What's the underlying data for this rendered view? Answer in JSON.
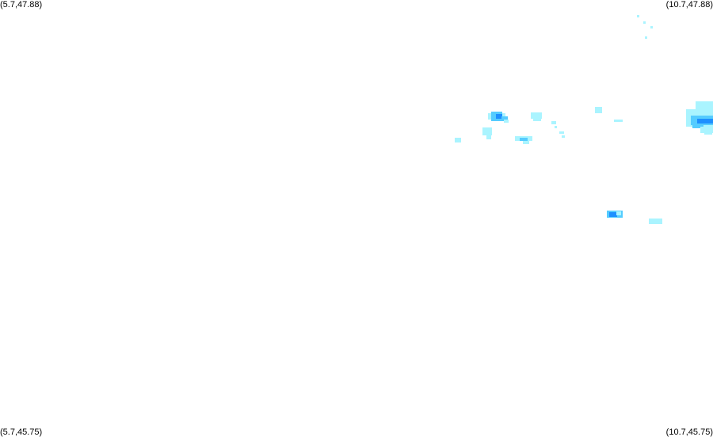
{
  "map": {
    "corner_labels": {
      "top_left": "(5.7,47.88)",
      "top_right": "(10.7,47.88)",
      "bottom_left": "(5.7,45.75)",
      "bottom_right": "(10.7,45.75)"
    },
    "extent": {
      "lon_min": 5.7,
      "lon_max": 10.7,
      "lat_min": 45.75,
      "lat_max": 47.88
    },
    "palette": {
      "light": "#aaf4ff",
      "medium": "#55ccff",
      "dark": "#1e90ff"
    }
  }
}
